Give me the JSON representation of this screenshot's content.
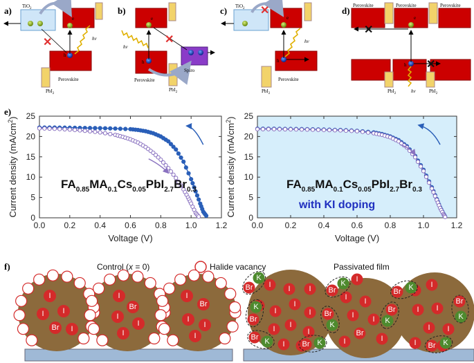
{
  "panels": {
    "a": {
      "label": "a)",
      "tio2": "TiO",
      "tio2_sub": "2",
      "pbi2": "PbI",
      "pbi2_sub": "2",
      "perovskite": "Perovskite",
      "e": "e",
      "h": "h",
      "hv": "hv"
    },
    "b": {
      "label": "b)",
      "perovskite": "Perovskite",
      "pbi2": "PbI",
      "pbi2_sub": "2",
      "spiro": "Spiro",
      "e": "e",
      "h": "h",
      "hv": "hv"
    },
    "c": {
      "label": "c)",
      "tio2": "TiO",
      "tio2_sub": "2",
      "pbi2": "PbI",
      "pbi2_sub": "2",
      "perovskite": "Perovskite",
      "e": "e",
      "h": "h",
      "hv": "hv"
    },
    "d": {
      "label": "d)",
      "perovskite_left": "Perovskite",
      "perovskite_mid": "Perovskite",
      "perovskite_right": "Perovskite",
      "pbi2_left": "PbI",
      "pbi2_right": "PbI",
      "pbi2_sub": "2",
      "e": "e",
      "h": "h",
      "hv": "hv"
    },
    "e": {
      "label": "e)",
      "formula": {
        "FA": "FA",
        "s1": "0.85",
        "MA": "MA",
        "s2": "0.1",
        "Cs": "Cs",
        "s3": "0.05",
        "PbI": "PbI",
        "s4": "2.7",
        "Br": "Br",
        "s5": "0.3"
      },
      "ki_text": "with KI doping"
    },
    "f": {
      "label": "f)",
      "control_title": "Control (",
      "control_x": "x",
      "control_rest": " = 0)",
      "vacancy_legend": "Halide vacancy",
      "passivated_title": "Passivated film",
      "I": "I",
      "Br": "Br",
      "K": "K"
    }
  },
  "chart_data": [
    {
      "type": "line",
      "xlabel": "Voltage (V)",
      "ylabel": "Current density (mA/cm",
      "ylabel_sup": "2",
      "ylabel_end": ")",
      "xlim": [
        0,
        1.2
      ],
      "ylim": [
        0,
        25
      ],
      "xticks": [
        "0.0",
        "0.2",
        "0.4",
        "0.6",
        "0.8",
        "1.0",
        "1.2"
      ],
      "yticks": [
        "0",
        "5",
        "10",
        "15",
        "20",
        "25"
      ],
      "background": "#ffffff",
      "series": [
        {
          "style": "filled",
          "color": "#2a5fb8",
          "x": [
            0,
            0.1,
            0.2,
            0.3,
            0.4,
            0.5,
            0.6,
            0.65,
            0.7,
            0.75,
            0.8,
            0.85,
            0.9,
            0.95,
            1.0,
            1.03,
            1.06,
            1.08,
            1.1
          ],
          "y": [
            22.2,
            22.2,
            22.15,
            22.1,
            22.05,
            21.95,
            21.8,
            21.6,
            21.3,
            20.8,
            20.0,
            18.8,
            16.8,
            13.8,
            9.5,
            6.5,
            3.5,
            1.5,
            0.5
          ]
        },
        {
          "style": "open",
          "color": "#8a72c0",
          "x": [
            0,
            0.1,
            0.2,
            0.3,
            0.4,
            0.5,
            0.55,
            0.6,
            0.65,
            0.7,
            0.75,
            0.8,
            0.85,
            0.9,
            0.95,
            0.98,
            1.0,
            1.03,
            1.05
          ],
          "y": [
            22.0,
            21.9,
            21.7,
            21.4,
            21.0,
            20.4,
            19.9,
            19.3,
            18.5,
            17.4,
            16.0,
            14.3,
            12.2,
            9.8,
            7.0,
            5.0,
            3.5,
            1.2,
            0.3
          ]
        }
      ]
    },
    {
      "type": "line",
      "xlabel": "Voltage (V)",
      "ylabel": "Current density (mA/cm",
      "ylabel_sup": "2",
      "ylabel_end": ")",
      "xlim": [
        0,
        1.2
      ],
      "ylim": [
        0,
        25
      ],
      "xticks": [
        "0.0",
        "0.2",
        "0.4",
        "0.6",
        "0.8",
        "1.0",
        "1.2"
      ],
      "yticks": [
        "0",
        "5",
        "10",
        "15",
        "20",
        "25"
      ],
      "background": "#d6eefb",
      "series": [
        {
          "style": "filled",
          "color": "#2a5fb8",
          "x": [
            0,
            0.1,
            0.2,
            0.3,
            0.4,
            0.5,
            0.6,
            0.7,
            0.75,
            0.8,
            0.85,
            0.9,
            0.95,
            1.0,
            1.05,
            1.08,
            1.1,
            1.12,
            1.13
          ],
          "y": [
            21.9,
            21.9,
            21.85,
            21.8,
            21.7,
            21.6,
            21.4,
            21.0,
            20.6,
            20.0,
            19.1,
            17.6,
            15.2,
            11.8,
            7.5,
            4.6,
            2.6,
            1.0,
            0.3
          ]
        },
        {
          "style": "open",
          "color": "#8a72c0",
          "x": [
            0,
            0.1,
            0.2,
            0.3,
            0.4,
            0.5,
            0.6,
            0.7,
            0.75,
            0.8,
            0.85,
            0.9,
            0.95,
            1.0,
            1.05,
            1.08,
            1.1,
            1.12,
            1.13
          ],
          "y": [
            21.8,
            21.8,
            21.75,
            21.7,
            21.6,
            21.5,
            21.3,
            20.8,
            20.4,
            19.8,
            18.8,
            17.3,
            14.9,
            11.5,
            7.2,
            4.4,
            2.4,
            0.9,
            0.2
          ]
        }
      ]
    }
  ]
}
